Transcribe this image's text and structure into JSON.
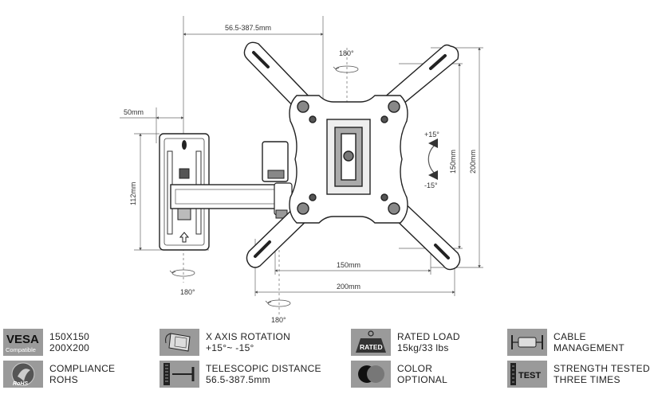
{
  "dimensions": {
    "extension_range": "56.5-387.5mm",
    "wall_plate_width": "50mm",
    "wall_plate_height": "112mm",
    "vesa_small_h": "150mm",
    "vesa_large_h": "200mm",
    "vesa_small_v": "150mm",
    "vesa_large_v": "200mm"
  },
  "rotations": {
    "top_rotation": "180°",
    "tilt_up": "+15°",
    "tilt_down": "-15°",
    "wall_rotation": "180°",
    "bottom_rotation": "180°"
  },
  "features": [
    {
      "icon": "vesa-compatible-icon",
      "icon_label": "VESA",
      "icon_sublabel": "Compatible",
      "line1": "150X150",
      "line2": "200X200"
    },
    {
      "icon": "x-axis-rotation-icon",
      "line1": "X AXIS ROTATION",
      "line2": "+15°~ -15°"
    },
    {
      "icon": "rated-load-icon",
      "icon_label": "RATED",
      "line1": "RATED LOAD",
      "line2": "15kg/33 lbs"
    },
    {
      "icon": "cable-management-icon",
      "line1": "CABLE",
      "line2": "MANAGEMENT"
    },
    {
      "icon": "rohs-compliance-icon",
      "icon_label": "RoHS",
      "line1": "COMPLIANCE",
      "line2": "ROHS"
    },
    {
      "icon": "telescopic-distance-icon",
      "line1": "TELESCOPIC DISTANCE",
      "line2": "56.5-387.5mm"
    },
    {
      "icon": "color-optional-icon",
      "line1": "COLOR",
      "line2": "OPTIONAL"
    },
    {
      "icon": "strength-tested-icon",
      "icon_label": "TEST",
      "line1": "STRENGTH TESTED",
      "line2": "THREE TIMES"
    }
  ]
}
